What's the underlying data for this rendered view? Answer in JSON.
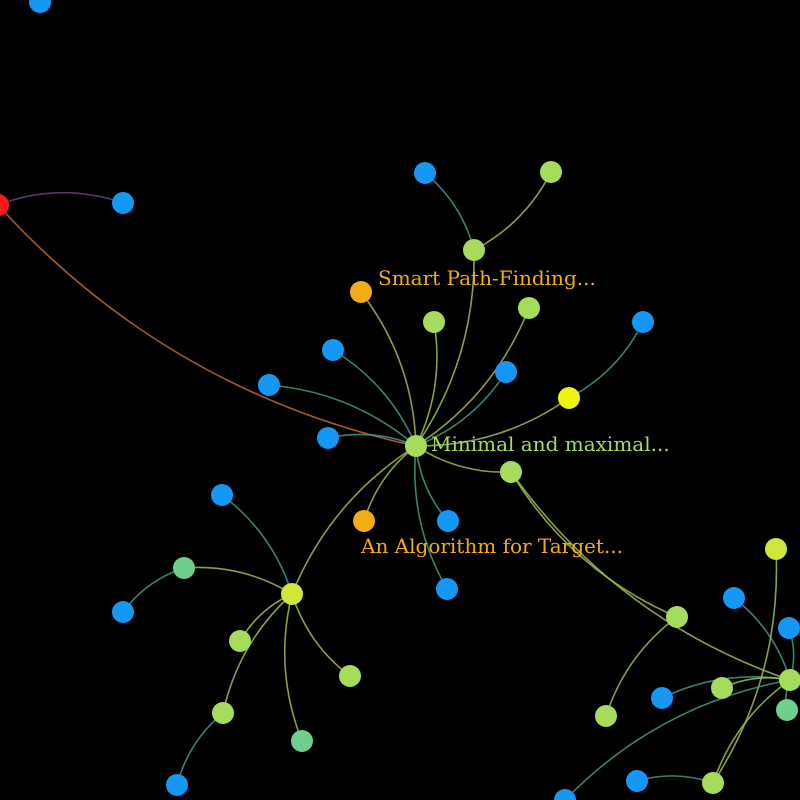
{
  "colors": {
    "background": "#000000",
    "blue": "#1597f5",
    "lime": "#a6dc5c",
    "yellow_green": "#cfe63a",
    "yellow": "#f2f20f",
    "orange": "#f2ad15",
    "teal_green": "#6fcf8c",
    "red": "#ff1a1a",
    "edge_orange": "#c26a32",
    "edge_purple": "#6d3f80",
    "edge_teal": "#3f9a8a",
    "edge_olive": "#9fbf45"
  },
  "labels": [
    {
      "id": "smart",
      "text": "Smart Path-Finding...",
      "color": "#f2ad15"
    },
    {
      "id": "minimal",
      "text": "Minimal and maximal...",
      "color": "#a6dc5c"
    },
    {
      "id": "algorithm",
      "text": "An Algorithm for Target...",
      "color": "#f2ad15"
    }
  ],
  "nodes": [
    {
      "id": "n_top",
      "color": "blue"
    },
    {
      "id": "red_left",
      "color": "red"
    },
    {
      "id": "blue_a",
      "color": "blue"
    },
    {
      "id": "hub",
      "color": "lime",
      "label": "minimal"
    },
    {
      "id": "smart",
      "color": "orange",
      "label": "smart"
    },
    {
      "id": "algorithm",
      "color": "orange",
      "label": "algorithm"
    },
    {
      "id": "upper_hub",
      "color": "lime"
    },
    {
      "id": "blue_b",
      "color": "blue"
    },
    {
      "id": "lime_b",
      "color": "lime"
    },
    {
      "id": "lime_c",
      "color": "lime"
    },
    {
      "id": "lime_d",
      "color": "lime"
    },
    {
      "id": "blue_c",
      "color": "blue"
    },
    {
      "id": "blue_d",
      "color": "blue"
    },
    {
      "id": "blue_e",
      "color": "blue"
    },
    {
      "id": "blue_f",
      "color": "blue"
    },
    {
      "id": "yellow_a",
      "color": "yellow"
    },
    {
      "id": "blue_g",
      "color": "blue"
    },
    {
      "id": "lime_e",
      "color": "lime"
    },
    {
      "id": "blue_h",
      "color": "blue"
    },
    {
      "id": "blue_i",
      "color": "blue"
    },
    {
      "id": "hub2",
      "color": "yellow_green"
    },
    {
      "id": "blue_j",
      "color": "blue"
    },
    {
      "id": "teal_a",
      "color": "teal_green"
    },
    {
      "id": "blue_k",
      "color": "blue"
    },
    {
      "id": "lime_f",
      "color": "lime"
    },
    {
      "id": "lime_g",
      "color": "lime"
    },
    {
      "id": "lime_h",
      "color": "lime"
    },
    {
      "id": "teal_b",
      "color": "teal_green"
    },
    {
      "id": "blue_l",
      "color": "blue"
    },
    {
      "id": "lime_i",
      "color": "lime"
    },
    {
      "id": "lime_j",
      "color": "lime"
    },
    {
      "id": "blue_m",
      "color": "blue"
    },
    {
      "id": "blue_n",
      "color": "blue"
    },
    {
      "id": "lime_k",
      "color": "lime"
    },
    {
      "id": "blue_o",
      "color": "blue"
    },
    {
      "id": "lime_l",
      "color": "lime"
    },
    {
      "id": "teal_c",
      "color": "teal_green"
    },
    {
      "id": "blue_p",
      "color": "blue"
    },
    {
      "id": "lime_m",
      "color": "yellow_green"
    },
    {
      "id": "blue_q",
      "color": "blue"
    },
    {
      "id": "lime_n",
      "color": "lime"
    }
  ],
  "edges": [
    {
      "from": "red_left",
      "to": "blue_a",
      "color": "edge_purple"
    },
    {
      "from": "red_left",
      "to": "hub",
      "color": "edge_orange"
    },
    {
      "from": "hub",
      "to": "smart",
      "color": "edge_olive"
    },
    {
      "from": "hub",
      "to": "upper_hub",
      "color": "edge_olive"
    },
    {
      "from": "upper_hub",
      "to": "blue_b",
      "color": "edge_teal"
    },
    {
      "from": "upper_hub",
      "to": "lime_b",
      "color": "edge_olive"
    },
    {
      "from": "hub",
      "to": "lime_c",
      "color": "edge_olive"
    },
    {
      "from": "hub",
      "to": "lime_d",
      "color": "edge_olive"
    },
    {
      "from": "hub",
      "to": "blue_c",
      "color": "edge_teal"
    },
    {
      "from": "hub",
      "to": "blue_d",
      "color": "edge_teal"
    },
    {
      "from": "hub",
      "to": "blue_e",
      "color": "edge_teal"
    },
    {
      "from": "hub",
      "to": "blue_f",
      "color": "edge_teal"
    },
    {
      "from": "hub",
      "to": "yellow_a",
      "color": "edge_olive"
    },
    {
      "from": "yellow_a",
      "to": "blue_g",
      "color": "edge_teal"
    },
    {
      "from": "hub",
      "to": "lime_e",
      "color": "edge_olive"
    },
    {
      "from": "hub",
      "to": "algorithm",
      "color": "edge_olive"
    },
    {
      "from": "hub",
      "to": "blue_h",
      "color": "edge_teal"
    },
    {
      "from": "hub",
      "to": "blue_i",
      "color": "edge_teal"
    },
    {
      "from": "hub",
      "to": "hub2",
      "color": "edge_olive"
    },
    {
      "from": "hub2",
      "to": "blue_j",
      "color": "edge_teal"
    },
    {
      "from": "hub2",
      "to": "teal_a",
      "color": "edge_olive"
    },
    {
      "from": "teal_a",
      "to": "blue_k",
      "color": "edge_teal"
    },
    {
      "from": "hub2",
      "to": "lime_f",
      "color": "edge_olive"
    },
    {
      "from": "hub2",
      "to": "lime_g",
      "color": "edge_olive"
    },
    {
      "from": "hub2",
      "to": "lime_h",
      "color": "edge_olive"
    },
    {
      "from": "hub2",
      "to": "teal_b",
      "color": "edge_olive"
    },
    {
      "from": "lime_h",
      "to": "blue_l",
      "color": "edge_teal"
    },
    {
      "from": "lime_e",
      "to": "lime_i",
      "color": "edge_olive"
    },
    {
      "from": "lime_e",
      "to": "lime_n",
      "color": "edge_olive"
    },
    {
      "from": "lime_i",
      "to": "lime_j",
      "color": "edge_olive"
    },
    {
      "from": "lime_n",
      "to": "blue_m",
      "color": "edge_teal"
    },
    {
      "from": "lime_n",
      "to": "blue_n",
      "color": "edge_teal"
    },
    {
      "from": "lime_n",
      "to": "lime_k",
      "color": "edge_olive"
    },
    {
      "from": "lime_n",
      "to": "blue_o",
      "color": "edge_teal"
    },
    {
      "from": "lime_n",
      "to": "lime_l",
      "color": "edge_olive"
    },
    {
      "from": "lime_n",
      "to": "teal_c",
      "color": "edge_teal"
    },
    {
      "from": "lime_l",
      "to": "blue_p",
      "color": "edge_teal"
    },
    {
      "from": "lime_l",
      "to": "lime_m",
      "color": "edge_olive"
    },
    {
      "from": "lime_n",
      "to": "blue_q",
      "color": "edge_teal"
    }
  ]
}
